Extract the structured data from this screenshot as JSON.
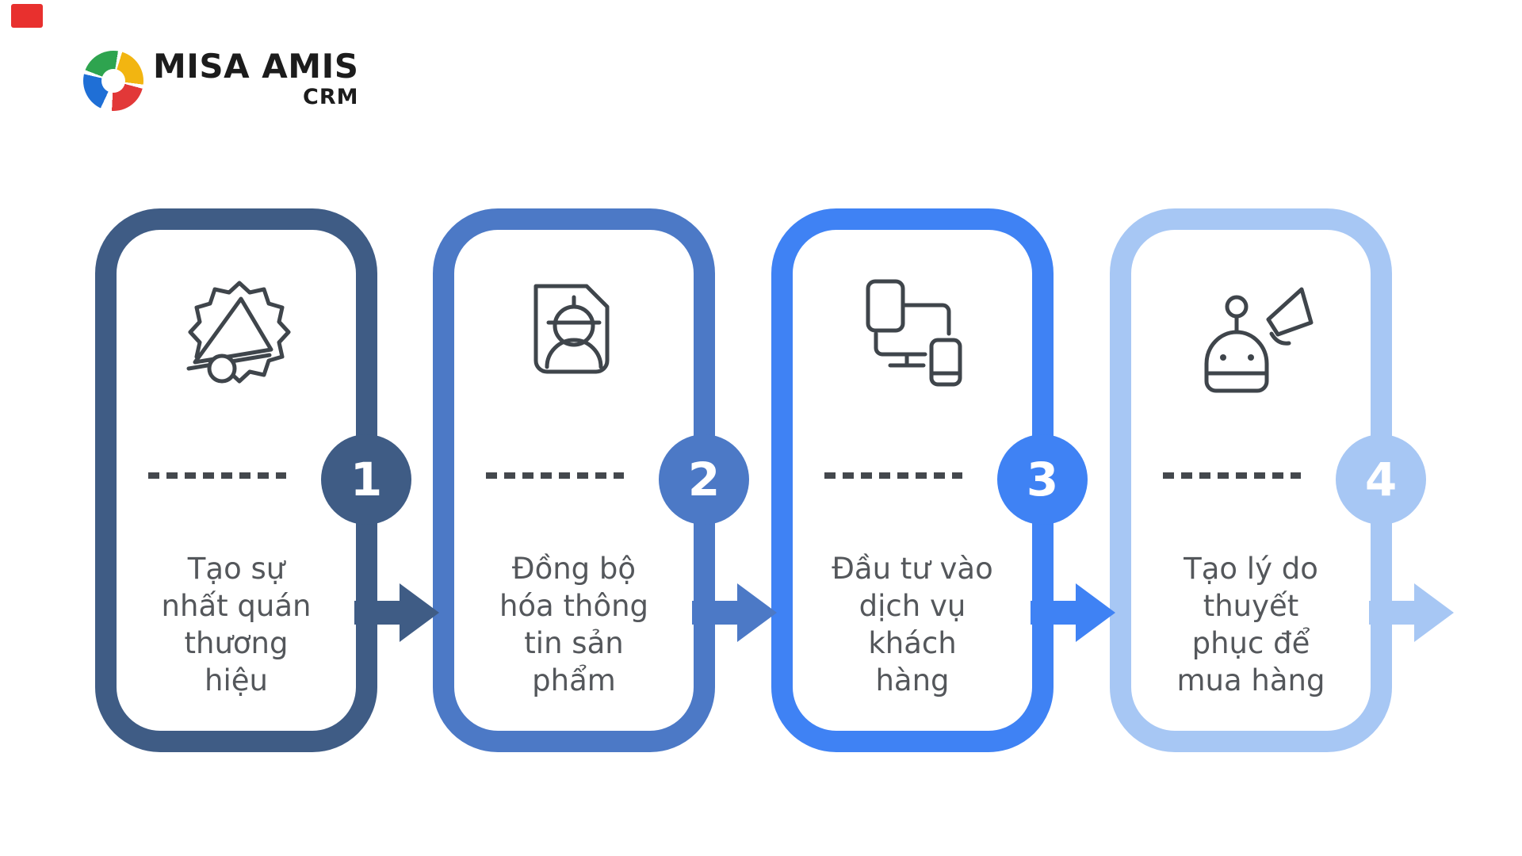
{
  "page": {
    "background": "#ffffff"
  },
  "corner_marker": {
    "color": "#e8302e"
  },
  "logo": {
    "brand": "MISA AMIS",
    "product": "CRM",
    "swirl_colors": [
      "#1f6fd6",
      "#2ea44f",
      "#f2b511",
      "#e23838"
    ]
  },
  "colors": {
    "text_color": "#54575b",
    "dash_color": "#44484d",
    "icon_stroke": "#3f454b",
    "badge_text": "#ffffff",
    "corner_mark": "#e8302e"
  },
  "steps": [
    {
      "number": "1",
      "accent": "#3F5C85",
      "icon": "megaphone-burst-icon",
      "label": "Tạo sự\nnhất quán\nthương\nhiệu"
    },
    {
      "number": "2",
      "accent": "#4C79C6",
      "icon": "id-badge-icon",
      "label": "Đồng bộ\nhóa thông\ntin sản\nphẩm"
    },
    {
      "number": "3",
      "accent": "#3F82F4",
      "icon": "devices-sync-icon",
      "label": "Đầu tư vào\ndịch vụ\nkhách\nhàng"
    },
    {
      "number": "4",
      "accent": "#A7C7F4",
      "icon": "robot-megaphone-icon",
      "label": "Tạo lý do\nthuyết\nphục để\nmua hàng"
    }
  ]
}
